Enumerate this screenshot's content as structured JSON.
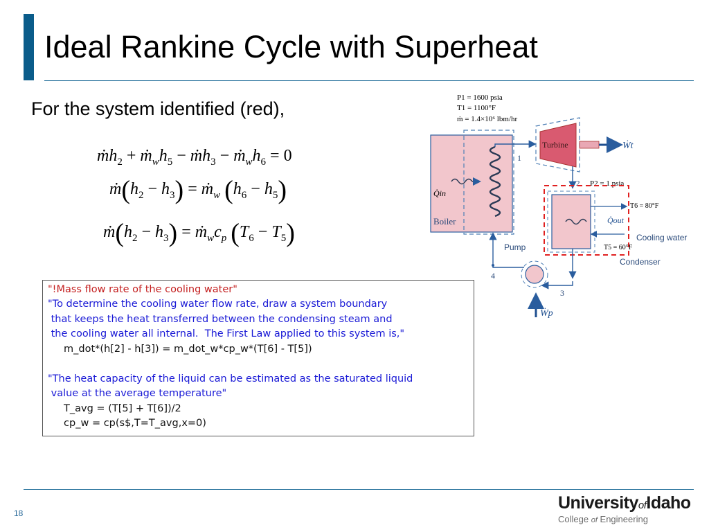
{
  "slide": {
    "title": "Ideal Rankine Cycle with Superheat",
    "intro": "For the system identified (red),",
    "page_number": "18"
  },
  "equations": {
    "eq1": "ṁh2 + ṁw h5 − ṁh3 − ṁw h6 = 0",
    "eq2": "ṁ(h2 − h3) = ṁw(h6 − h5)",
    "eq3": "ṁ(h2 − h3) = ṁw cp(T6 − T5)"
  },
  "code": {
    "lines": [
      "\"!Mass flow rate of the cooling water\"",
      "\"To determine the cooling water flow rate, draw a system boundary",
      " that keeps the heat transferred between the condensing steam and",
      " the cooling water all internal.  The First Law applied to this system is,\"",
      "     m_dot*(h[2] - h[3]) = m_dot_w*cp_w*(T[6] - T[5])",
      "",
      "\"The heat capacity of the liquid can be estimated as the saturated liquid",
      " value at the average temperature\"",
      "     T_avg = (T[5] + T[6])/2",
      "     cp_w = cp(s$,T=T_avg,x=0)"
    ]
  },
  "diagram": {
    "p1": "P1 = 1600 psia",
    "t1": "T1 = 1100°F",
    "mdot": "ṁ = 1.4×10⁶ lbm/hr",
    "turbine": "Turbine",
    "wt": "Ẇt",
    "p2": "P2 = 1 psia",
    "t6": "T6 = 80°F",
    "qout": "Q̇out",
    "cooling_water": "Cooling water",
    "t5": "T5 = 60°F",
    "condenser": "Condenser",
    "pump": "Pump",
    "wp": "Ẇp",
    "qin": "Q̇in",
    "boiler": "Boiler",
    "state1": "1",
    "state2": "2",
    "state3": "3",
    "state4": "4"
  },
  "logo": {
    "university": "University",
    "of": "of",
    "idaho": "Idaho",
    "college": "College",
    "engineering": "Engineering"
  },
  "colors": {
    "accent": "#0a5c8a",
    "boundary_red": "#e02020",
    "code_blue": "#1a1ad6",
    "code_red": "#c42020",
    "component_pink": "#f2c6cc"
  }
}
